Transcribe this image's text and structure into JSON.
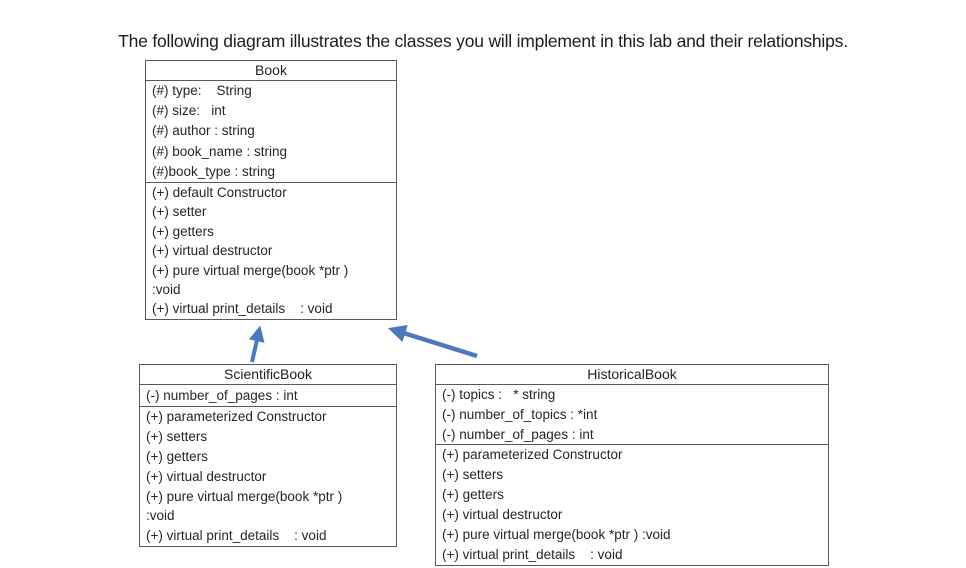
{
  "page": {
    "heading": "The following diagram illustrates the classes you will implement in this lab and their relationships."
  },
  "colors": {
    "arrow": "#4a7abd",
    "box_border": "#595959",
    "text": "#262626"
  },
  "diagram": {
    "type": "uml-class-diagram",
    "classes": [
      {
        "id": "book",
        "name": "Book",
        "attributes": [
          "(#) type:    String",
          "(#) size:   int",
          "(#) author : string",
          "(#) book_name : string",
          "(#)book_type : string"
        ],
        "methods": [
          "(+) default Constructor",
          "(+) setter",
          "(+) getters",
          "(+) virtual destructor",
          "(+) pure virtual merge(book *ptr )",
          ":void",
          "(+) virtual print_details    : void"
        ]
      },
      {
        "id": "scientific-book",
        "name": "ScientificBook",
        "attributes": [
          "(-) number_of_pages : int"
        ],
        "methods": [
          "(+) parameterized Constructor",
          "(+) setters",
          "(+) getters",
          "(+) virtual destructor",
          "(+) pure virtual merge(book *ptr )",
          ":void",
          "(+) virtual print_details    : void"
        ]
      },
      {
        "id": "historical-book",
        "name": "HistoricalBook",
        "attributes": [
          "(-) topics :   * string",
          "(-) number_of_topics : *int",
          "(-) number_of_pages : int"
        ],
        "methods": [
          "(+) parameterized Constructor",
          "(+) setters",
          "(+) getters",
          "(+) virtual destructor",
          "(+) pure virtual merge(book *ptr ) :void",
          "(+) virtual print_details    : void"
        ]
      }
    ],
    "relationships": [
      {
        "from": "ScientificBook",
        "to": "Book",
        "type": "inheritance-arrow"
      },
      {
        "from": "HistoricalBook",
        "to": "Book",
        "type": "inheritance-arrow"
      }
    ]
  }
}
